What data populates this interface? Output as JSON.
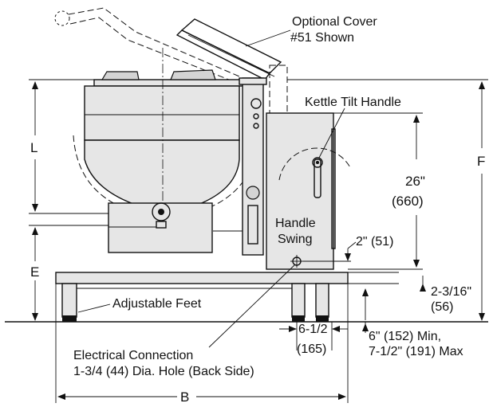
{
  "labels": {
    "optional_cover": "Optional Cover",
    "optional_cover_num": "#51 Shown",
    "kettle_tilt_handle": "Kettle Tilt Handle",
    "handle_swing_1": "Handle",
    "handle_swing_2": "Swing",
    "dim_26_in": "26\"",
    "dim_26_mm": "(660)",
    "dim_2_in": "2\" (51)",
    "dim_2_3_16_in": "2-3/16\"",
    "dim_2_3_16_mm": "(56)",
    "dim_6_1_2_in": "6-1/2",
    "dim_6_1_2_mm": "(165)",
    "dim_6_in": "6\" (152) Min,",
    "dim_7_1_2_in": "7-1/2\" (191) Max",
    "adjustable_feet": "Adjustable Feet",
    "electrical_1": "Electrical Connection",
    "electrical_2": "1-3/4 (44) Dia. Hole (Back Side)",
    "dim_L": "L",
    "dim_E": "E",
    "dim_F": "F",
    "dim_B": "B"
  }
}
